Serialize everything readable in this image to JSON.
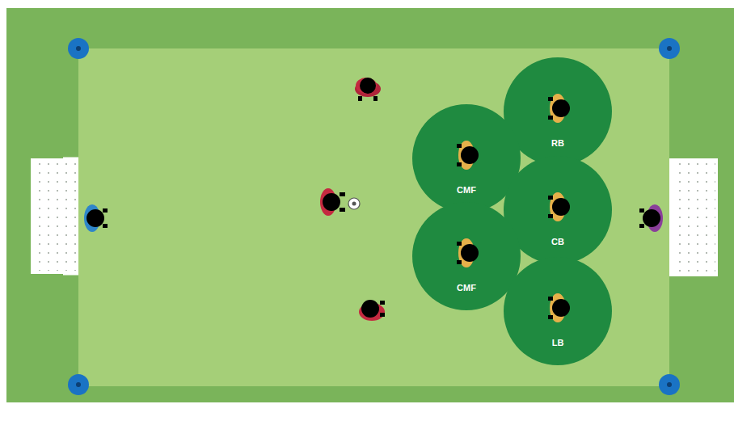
{
  "diagram": {
    "nodes": [
      {
        "text": [
          "RB"
        ]
      },
      {
        "text": [
          "CMF"
        ]
      },
      {
        "text": [
          "CB"
        ]
      },
      {
        "text": [
          "CMF"
        ]
      },
      {
        "text": [
          "LB"
        ]
      }
    ]
  }
}
